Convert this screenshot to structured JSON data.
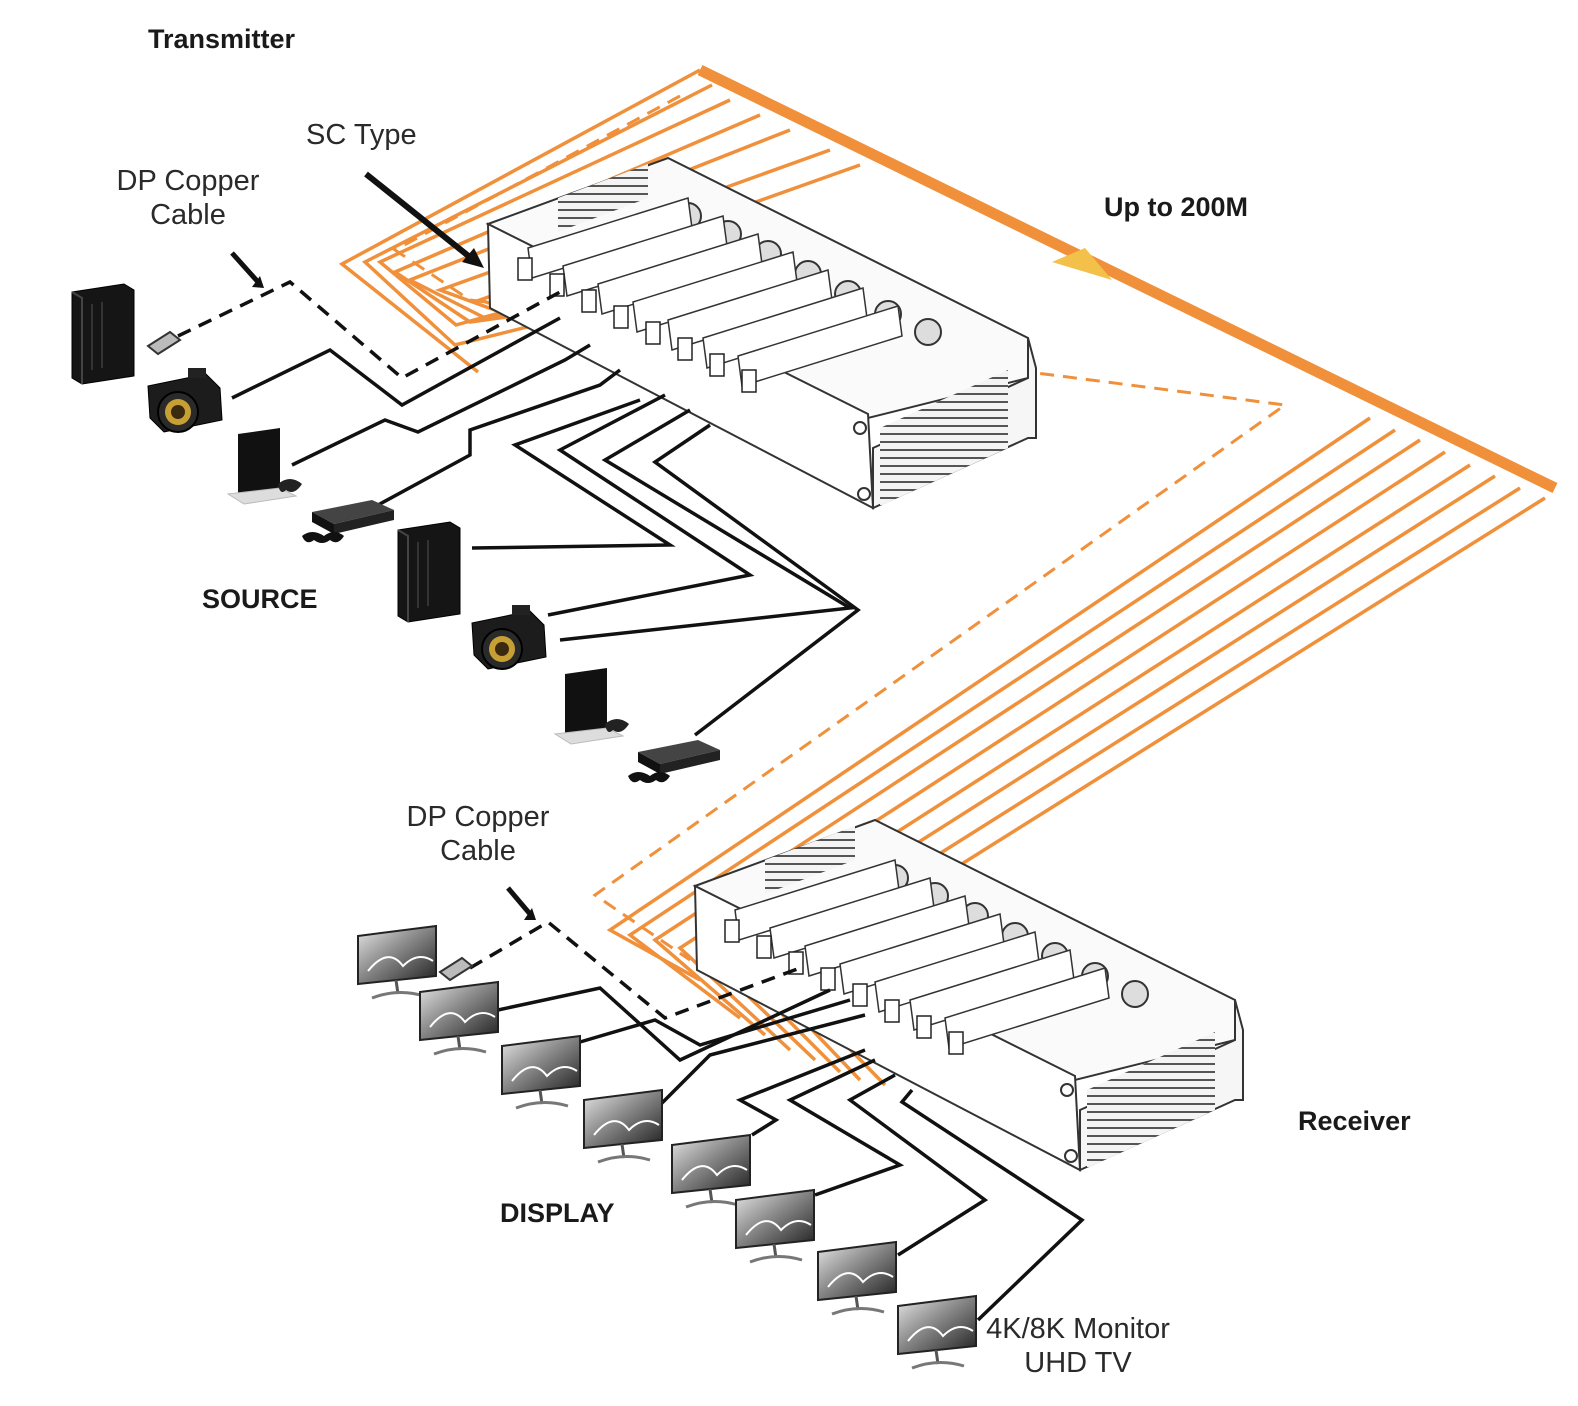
{
  "labels": {
    "transmitter": "Transmitter",
    "sc_type": "SC Type",
    "dp_copper_tx_line1": "DP Copper",
    "dp_copper_tx_line2": "Cable",
    "up_to": "Up to 200M",
    "source": "SOURCE",
    "dp_copper_rx_line1": "DP Copper",
    "dp_copper_rx_line2": "Cable",
    "receiver": "Receiver",
    "display": "DISPLAY",
    "monitor_line1": "4K/8K Monitor",
    "monitor_line2": "UHD TV"
  },
  "colors": {
    "fiber": "#f0903a",
    "copper": "#111111",
    "chassis_stroke": "#333333",
    "chassis_fill": "#f4f4f4"
  },
  "sources": [
    "pc-tower-icon",
    "camera-icon",
    "game-console-icon",
    "playstation-icon",
    "pc-tower-icon",
    "camera-icon",
    "game-console-icon",
    "playstation-icon"
  ],
  "displays_count": 8
}
